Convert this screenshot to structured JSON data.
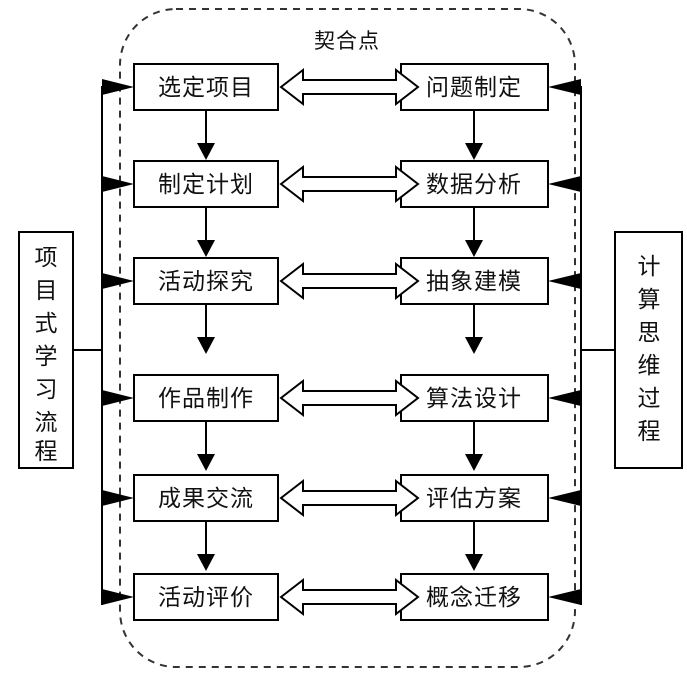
{
  "diagram": {
    "title_caption": "契合点",
    "left_group_label": "项目式学习流程",
    "right_group_label": "计算思维过程",
    "left_column_header": "项目式学习流程",
    "right_column_header": "计算思维过程",
    "rows": [
      {
        "left": "选定项目",
        "right": "问题制定",
        "link": "契合点"
      },
      {
        "left": "制定计划",
        "right": "数据分析",
        "link": "契合点"
      },
      {
        "left": "活动探究",
        "right": "抽象建模",
        "link": "契合点"
      },
      {
        "left": "作品制作",
        "right": "算法设计",
        "link": "契合点"
      },
      {
        "left": "成果交流",
        "right": "评估方案",
        "link": "契合点"
      },
      {
        "left": "活动评价",
        "right": "概念迁移",
        "link": "契合点"
      }
    ],
    "colors": {
      "background": "#ffffff",
      "box_fill": "#ffffff",
      "stroke": "#000000",
      "text": "#111111",
      "dashed_region": "#333333"
    }
  }
}
